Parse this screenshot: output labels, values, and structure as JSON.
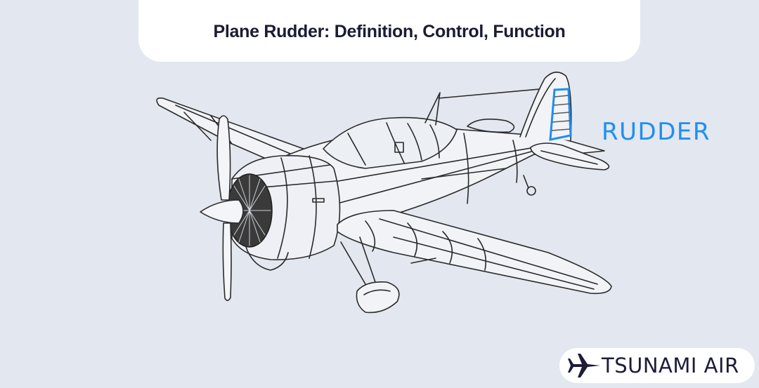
{
  "header": {
    "title": "Plane Rudder: Definition, Control, Function"
  },
  "illustration": {
    "subject": "propeller airplane line drawing",
    "highlight": {
      "part": "rudder",
      "label": "RUDDER",
      "color": "#1e8ff0"
    }
  },
  "branding": {
    "logo_icon": "jet-plane-icon",
    "name": "TSUNAMI AIR",
    "color": "#1d1c3a"
  },
  "colors": {
    "background": "#e3e7ef",
    "card": "#ffffff",
    "title_text": "#1b1b33",
    "line_art": "#2a2a2a"
  }
}
